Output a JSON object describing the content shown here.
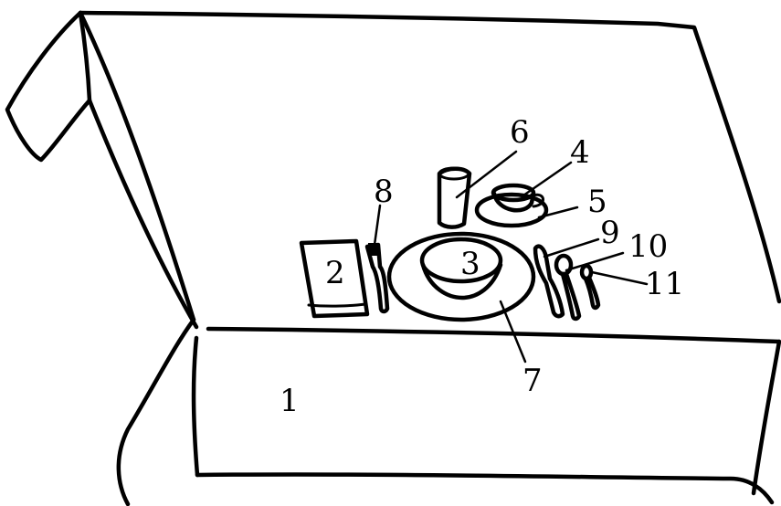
{
  "labels": {
    "l1": "1",
    "l2": "2",
    "l3": "3",
    "l4": "4",
    "l5": "5",
    "l6": "6",
    "l7": "7",
    "l8": "8",
    "l9": "9",
    "l10": "10",
    "l11": "11"
  },
  "colors": {
    "ink": "#000000",
    "paper": "#ffffff"
  }
}
